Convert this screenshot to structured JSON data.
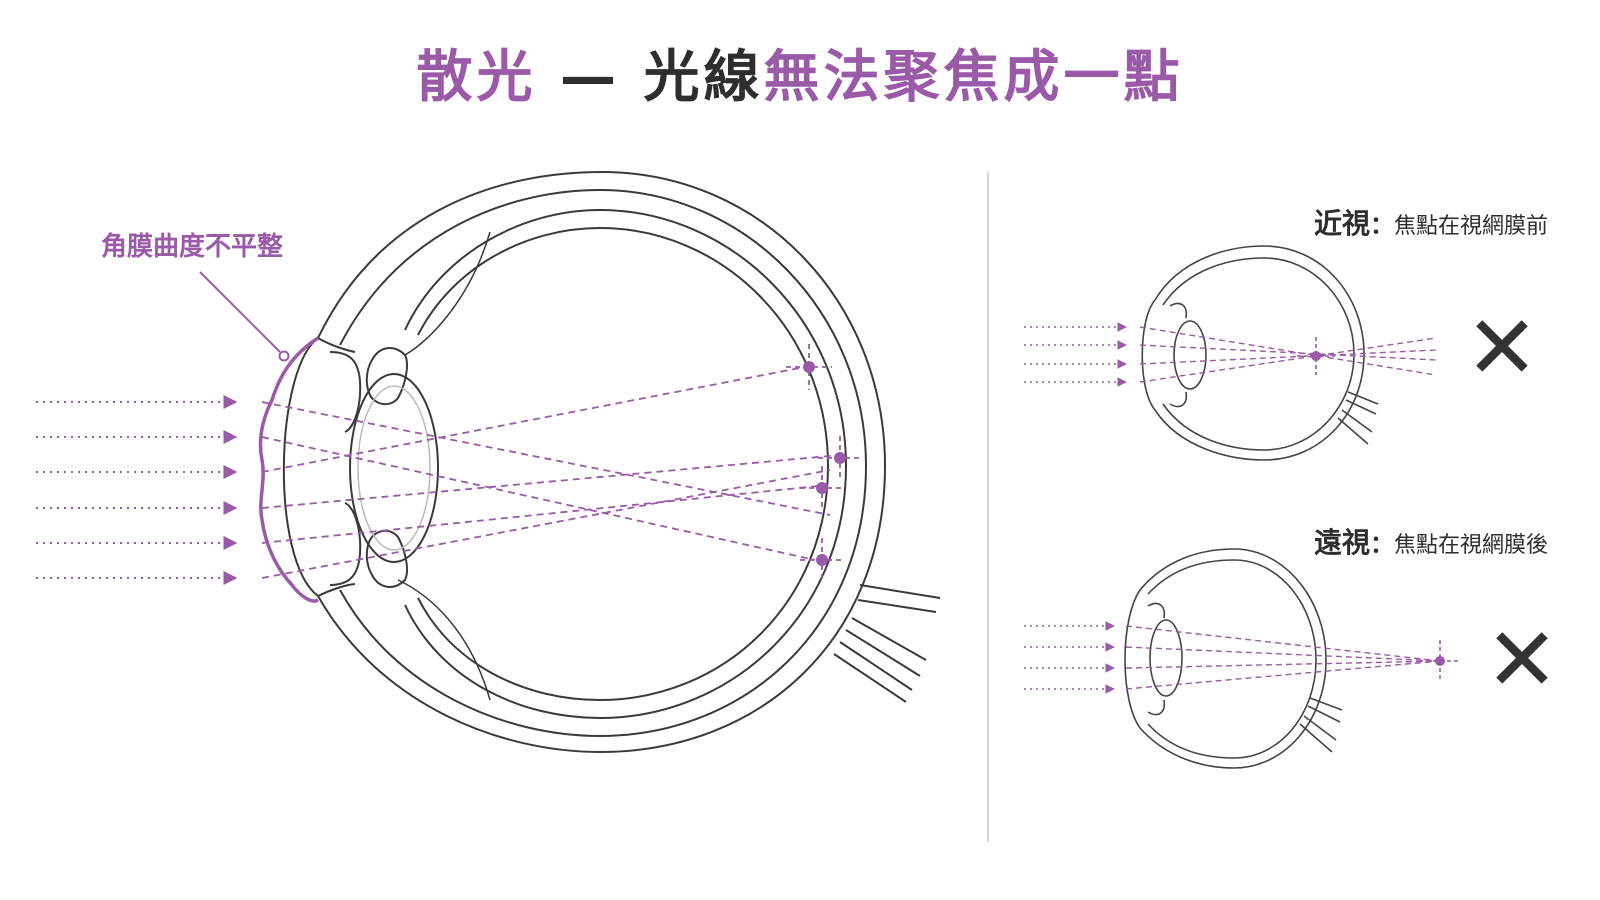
{
  "title": {
    "part1": "散光",
    "dash": " — ",
    "part2": "光線",
    "part3": "無法聚焦成一點"
  },
  "colors": {
    "accent": "#9a5aa8",
    "text": "#2e2e2e",
    "line": "#3a3a3a"
  },
  "main": {
    "cornea_label": "角膜曲度不平整"
  },
  "panels": {
    "myopia": {
      "title": "近視",
      "colon": "：",
      "desc": "焦點在視網膜前",
      "mark": "✕"
    },
    "hyperopia": {
      "title": "遠視",
      "colon": "：",
      "desc": "焦點在視網膜後",
      "mark": "✕"
    }
  }
}
